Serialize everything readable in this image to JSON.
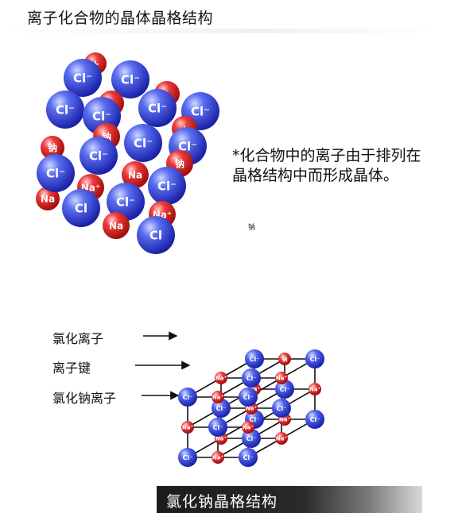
{
  "header": {
    "title": "离子化合物的晶体晶格结构"
  },
  "lattice": {
    "ions": [
      {
        "type": "na",
        "label": "+"
      },
      {
        "type": "cl",
        "label": "Cl⁻"
      },
      {
        "type": "cl",
        "label": "Cl⁻"
      },
      {
        "type": "na",
        "label": "+"
      },
      {
        "type": "cl",
        "label": "Cl⁻"
      },
      {
        "type": "na",
        "label": "+"
      },
      {
        "type": "cl",
        "label": "Cl⁻"
      },
      {
        "type": "cl",
        "label": "Cl⁻"
      },
      {
        "type": "cl",
        "label": "Cl⁻"
      },
      {
        "type": "na",
        "label": "+"
      },
      {
        "type": "na",
        "label": "钠"
      },
      {
        "type": "na",
        "label": "钠"
      },
      {
        "type": "cl",
        "label": "Cl⁻"
      },
      {
        "type": "cl",
        "label": "Cl⁻"
      },
      {
        "type": "na",
        "label": "钠"
      },
      {
        "type": "cl",
        "label": "Cl⁻"
      },
      {
        "type": "na",
        "label": "Na"
      },
      {
        "type": "na",
        "label": "Na⁺"
      },
      {
        "type": "na",
        "label": "Na"
      },
      {
        "type": "cl",
        "label": "Cl⁻"
      },
      {
        "type": "cl",
        "label": "Cl"
      },
      {
        "type": "cl",
        "label": "Cl⁻"
      },
      {
        "type": "cl",
        "label": "Cl⁻"
      },
      {
        "type": "na",
        "label": "Na⁺"
      },
      {
        "type": "na",
        "label": "Na"
      },
      {
        "type": "cl",
        "label": "Cl"
      }
    ]
  },
  "note": {
    "text": "*化合物中的离子由于排列在晶格结构中而形成晶体。",
    "small": "钠"
  },
  "legend": {
    "chloride_ion": "氯化离子",
    "ionic_bond": "离子键",
    "sodium_chloride_ion": "氯化钠离子"
  },
  "cube": {
    "cl_label": "Cl⁻",
    "na_label": "Na⁺",
    "top_na_label": "钠"
  },
  "caption": {
    "text": "氯化钠晶格结构"
  },
  "colors": {
    "chloride": "#2c3fd6",
    "sodium": "#dd2a2a",
    "bond": "#111111"
  }
}
